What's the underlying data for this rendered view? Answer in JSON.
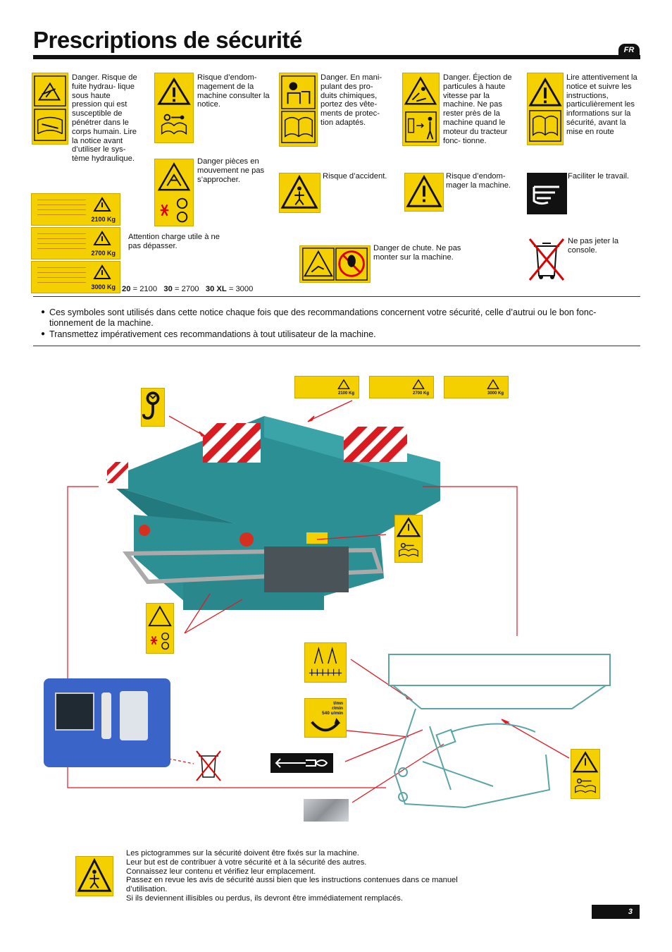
{
  "header": {
    "title": "Prescriptions de sécurité",
    "lang": "FR"
  },
  "pictos": {
    "hydraulic": "Danger. Risque de fuite hydrau- lique sous haute pression qui est susceptible de pénétrer dans le corps humain. Lire la notice avant d’utiliser le sys- tème hydraulique.",
    "damage_manual": "Risque d’endom- magement de la machine consulter la notice.",
    "chemicals": "Danger. En mani- pulant des pro- duits chimiques, portez des vête- ments de protec- tion adaptés.",
    "ejection": "Danger. Éjection de particules à haute vitesse par la machine. Ne pas rester près de la machine quand le moteur du tracteur fonc- tionne.",
    "read_manual": "Lire attentivement la notice et suivre les instructions, particulièrement les informations sur la sécurité, avant la mise en route",
    "moving_parts": "Danger pièces en mouvement ne pas s’approcher.",
    "accident": "Risque d’accident.",
    "damage": "Risque d’endom- mager la machine.",
    "facilitate": "Faciliter le travail.",
    "load": "Attention charge utile à ne pas dépasser.",
    "fall": "Danger de chute. Ne pas monter sur la machine.",
    "console": "Ne pas jeter la console."
  },
  "load_labels": {
    "kg1": "2100 Kg",
    "kg2": "2700 Kg",
    "kg3": "3000 Kg"
  },
  "models": {
    "m1": "20",
    "v1": "= 2100",
    "m2": "30",
    "v2": "= 2700",
    "m3": "30 XL",
    "v3": "= 3000"
  },
  "bullets": {
    "b1": "Ces symboles sont utilisés dans cette notice chaque fois que des recommandations concernent votre sécurité, celle d’autrui ou le bon fonc- tionnement de la machine.",
    "b2": "Transmettez impérativement ces recommandations à tout utilisateur de la machine."
  },
  "rpm_label": {
    "l1": "t/mn",
    "l2": "r/min",
    "l3": "540 u/min"
  },
  "footer_text": {
    "l1": "Les pictogrammes sur la sécurité doivent être fixés sur la machine.",
    "l2": "Leur but est de contribuer à votre sécurité et à la sécurité des autres.",
    "l3": "Connaissez leur contenu et vérifiez leur emplacement.",
    "l4": "Passez en revue les avis de sécurité aussi bien que les instructions contenues dans ce manuel",
    "l5": "d’utilisation.",
    "l6": "Si ils deviennent illisibles ou perdus, ils devront être immédiatement remplacés."
  },
  "page_number": "3",
  "colors": {
    "safety_yellow": "#f5d000",
    "machine_teal": "#2c8f93",
    "arrow_red": "#e01b24"
  }
}
